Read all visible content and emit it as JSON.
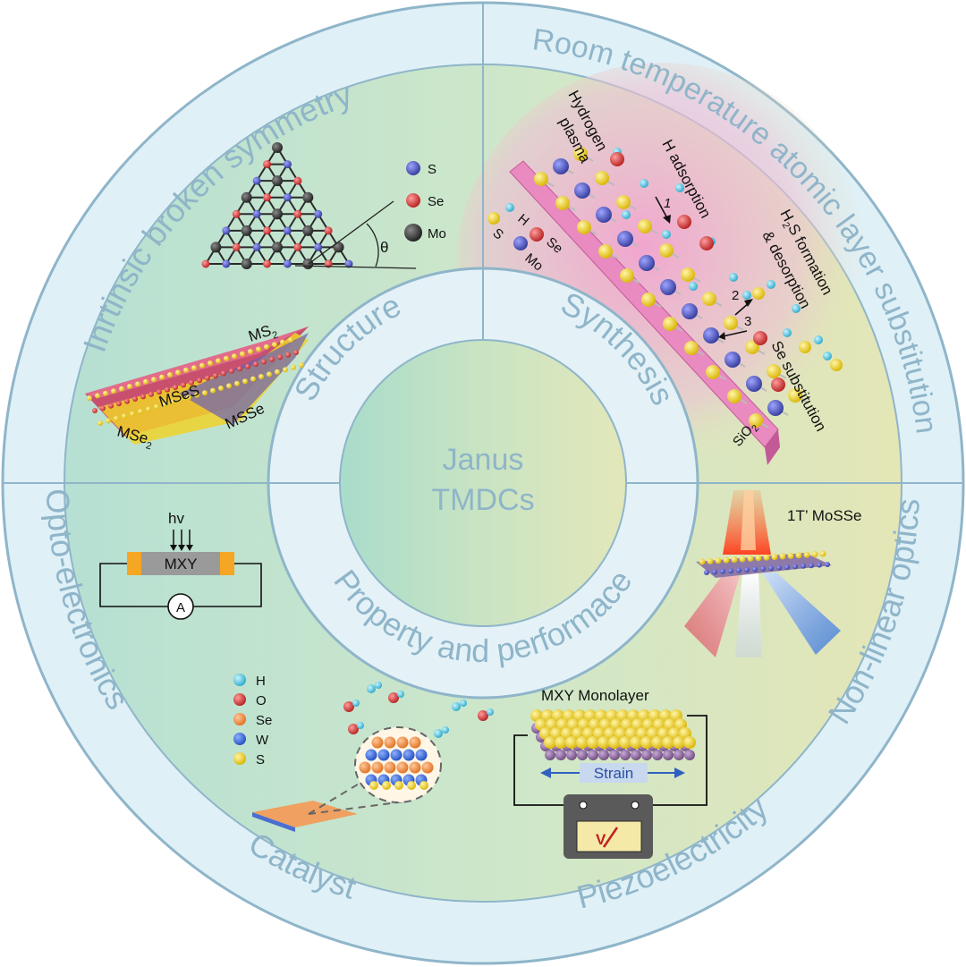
{
  "center": {
    "line1": "Janus",
    "line2": "TMDCs"
  },
  "middle_ring": {
    "structure": "Structure",
    "synthesis": "Synthesis",
    "property": "Property and performace"
  },
  "outer_ring": {
    "tl": "Inrtinsic broken symmetry",
    "tr": "Room temperature atomic layer substitution",
    "left": "Opto-electronics",
    "bottom_left": "Catalyst",
    "bottom_right": "Piezoelectricity",
    "right": "Non-linear optics"
  },
  "structure_panel": {
    "legend": [
      "S",
      "Se",
      "Mo"
    ],
    "angle": "θ",
    "ms2": "MS",
    "ms2_sub": "2",
    "mses": "MSeS",
    "msse": "MSSe",
    "mse2": "MSe",
    "mse2_sub": "2"
  },
  "synthesis_panel": {
    "plasma1": "Hydrogen",
    "plasma2": "plasma",
    "h_ads": "H adsorption",
    "h2s_a": "H",
    "h2s_sub": "2",
    "h2s_b": "S formation",
    "desorption": "& desorption",
    "se_sub": "Se substitution",
    "sio2": "SiO",
    "sio2_sub": "2",
    "legend": [
      "H",
      "Se",
      "S",
      "Mo"
    ],
    "steps": [
      "1",
      "2",
      "3"
    ]
  },
  "opto_panel": {
    "hv": "hv",
    "device": "MXY",
    "meter": "A"
  },
  "catalyst_panel": {
    "legend": [
      "H",
      "O",
      "Se",
      "W",
      "S"
    ]
  },
  "piezo_panel": {
    "title": "MXY Monolayer",
    "strain": "Strain",
    "meter": "V"
  },
  "nlo_panel": {
    "title": "1T’ MoSSe"
  },
  "colors": {
    "ring_blue": "#8fb5c9",
    "ring_bg": "#dff0f7",
    "teal": "#bfe3d6",
    "sage": "#d6e6bf",
    "sulfur": "#f0d22a",
    "selenium": "#d93a3a",
    "molybdenum": "#5a5fb5",
    "hydrogen": "#63c9e0"
  }
}
